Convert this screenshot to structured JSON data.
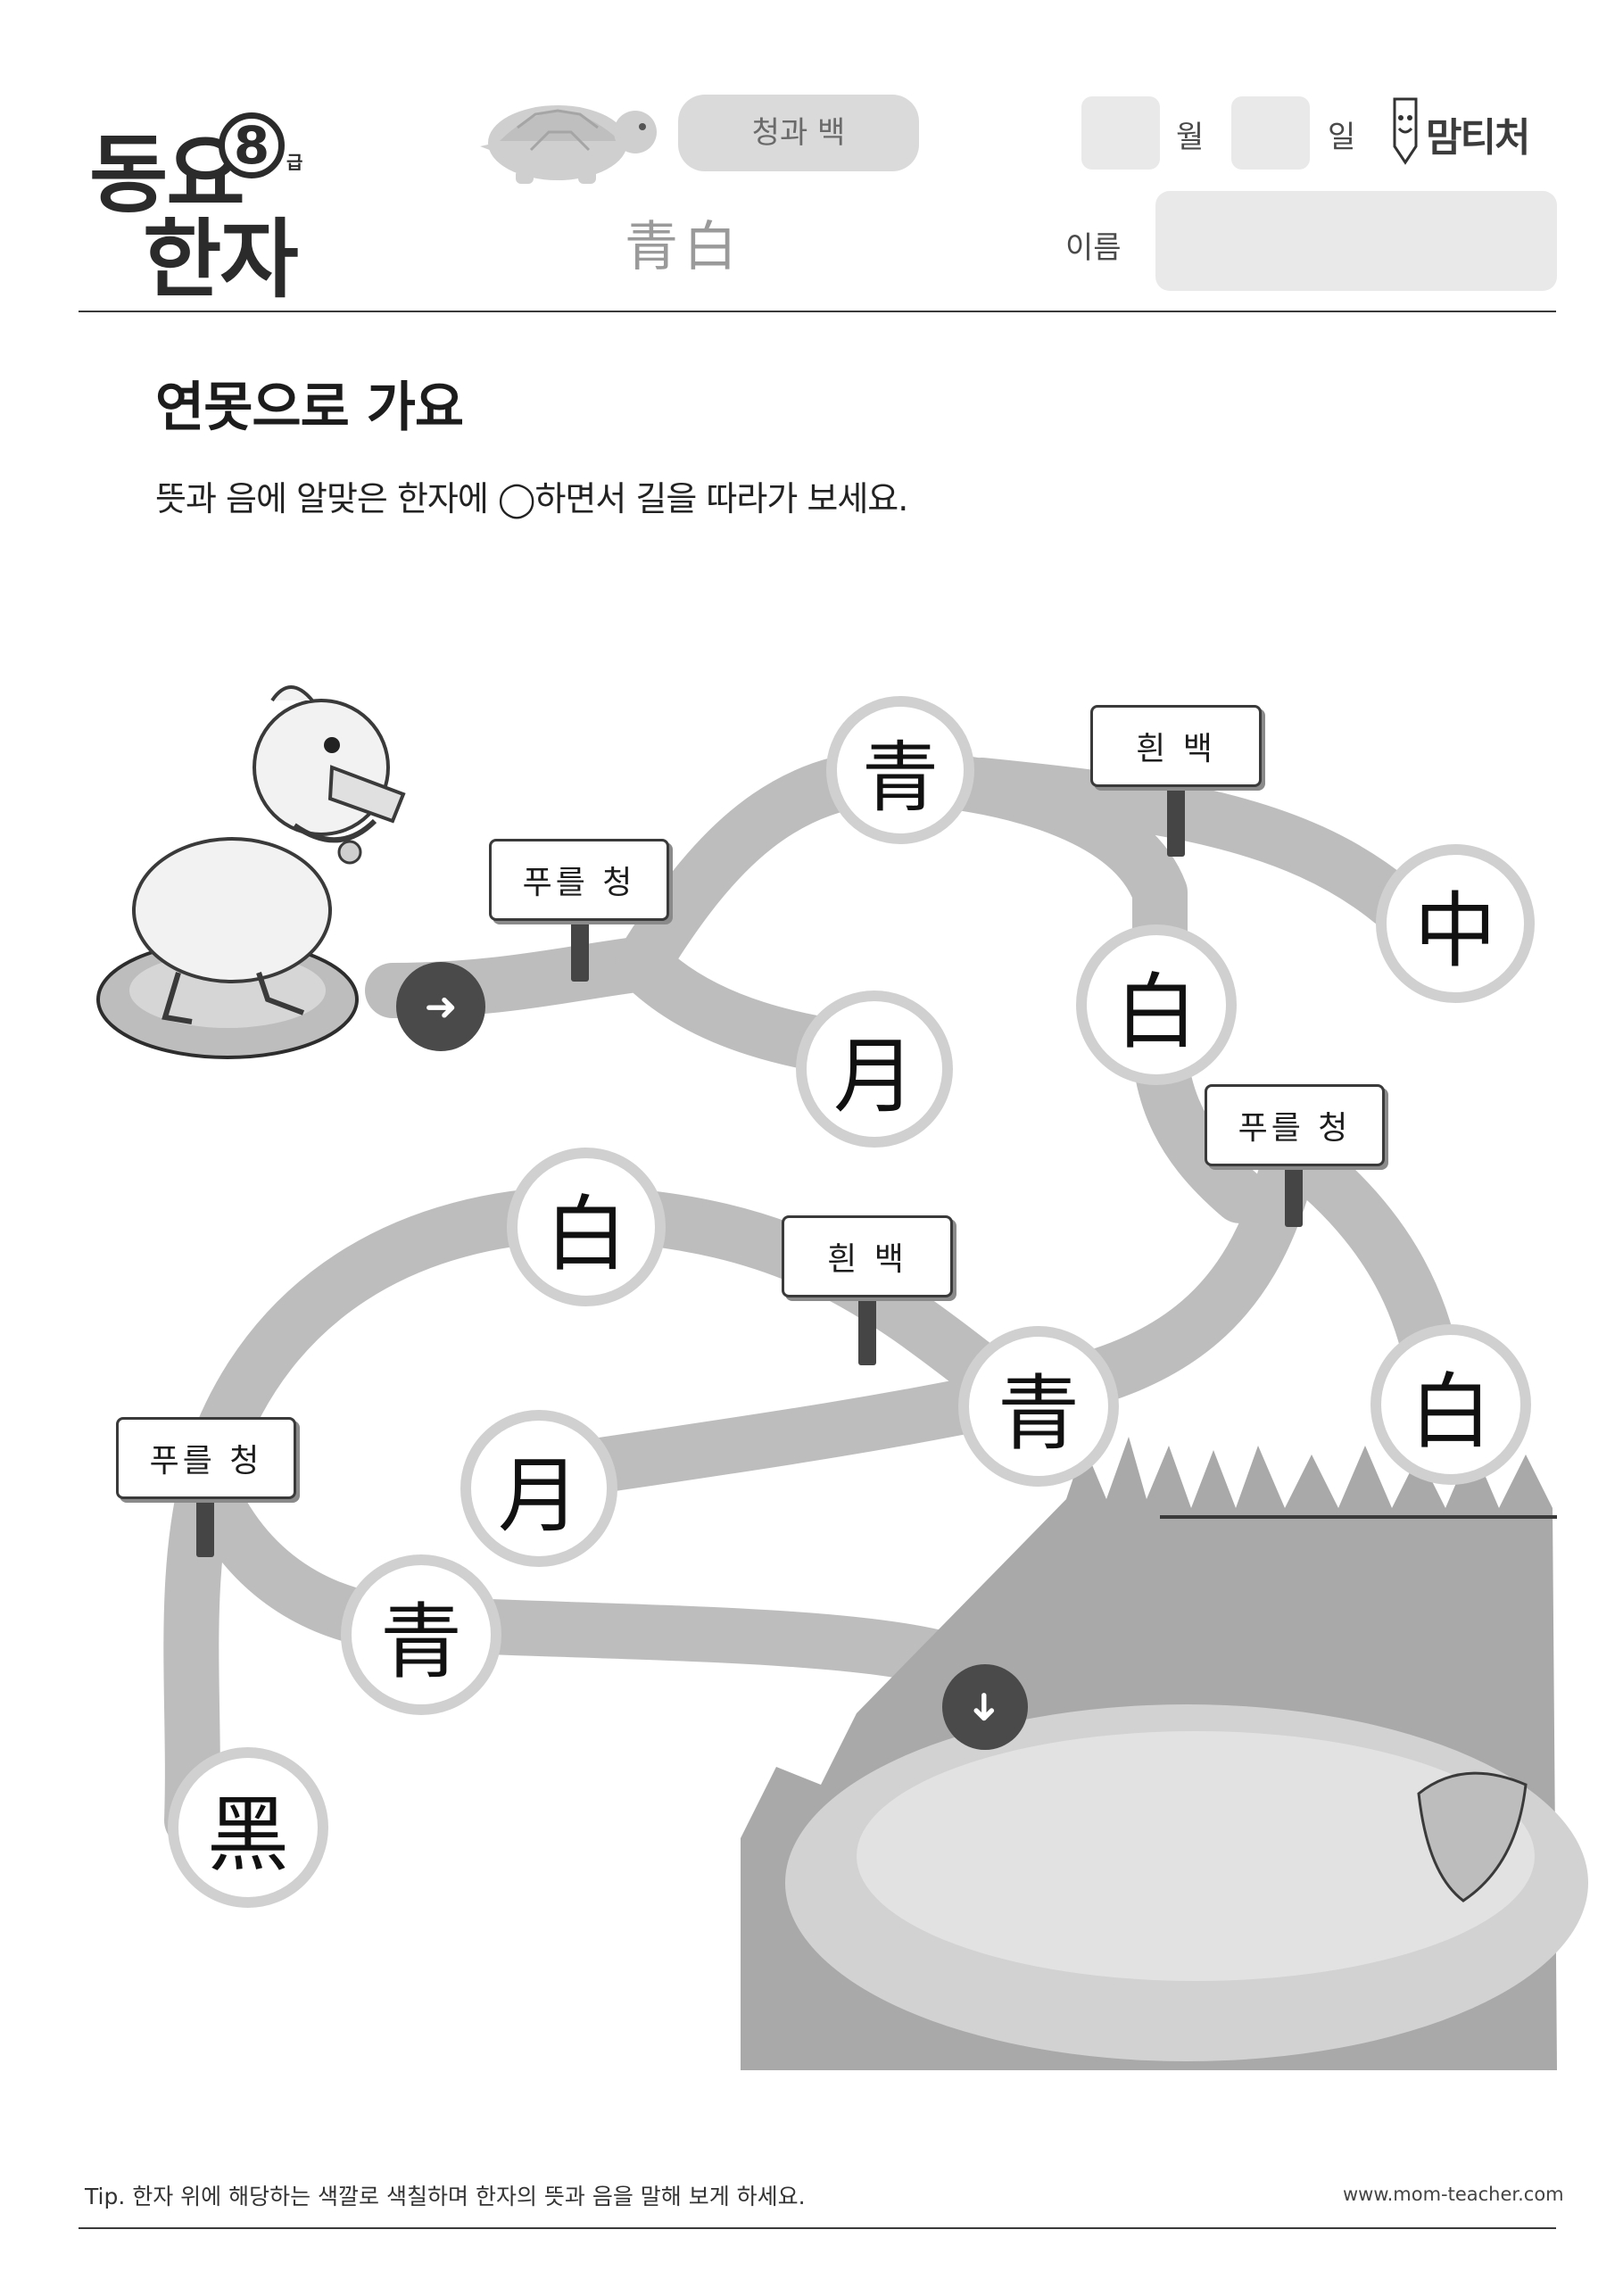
{
  "header": {
    "logo_line1": "동요",
    "logo_line2": "한자",
    "grade_number": "8",
    "grade_suffix": "급",
    "lesson_title": "청과 백",
    "lesson_hanja": "青白",
    "month_label": "월",
    "day_label": "일",
    "name_label": "이름",
    "brand": "맘티처"
  },
  "activity": {
    "title": "연못으로 가요",
    "instruction": "뜻과 음에 알맞은 한자에 ◯하면서 길을 따라가 보세요."
  },
  "maze": {
    "nodes": [
      "青",
      "月",
      "白",
      "中",
      "白",
      "白",
      "青",
      "月",
      "青",
      "黑"
    ],
    "signs": [
      "푸를 청",
      "흰 백",
      "푸를 청",
      "흰 백",
      "푸를 청"
    ],
    "start_icon": "arrow-right-icon",
    "end_icon": "arrow-down-icon"
  },
  "footer": {
    "tip": "Tip. 한자 위에 해당하는 색깔로 색칠하며 한자의 뜻과 음을 말해 보게 하세요.",
    "url": "www.mom-teacher.com"
  },
  "colors": {
    "path": "#bdbdbd",
    "node_ring": "#d0d0d0",
    "pill": "#dadada",
    "box": "#e9e9e9"
  }
}
